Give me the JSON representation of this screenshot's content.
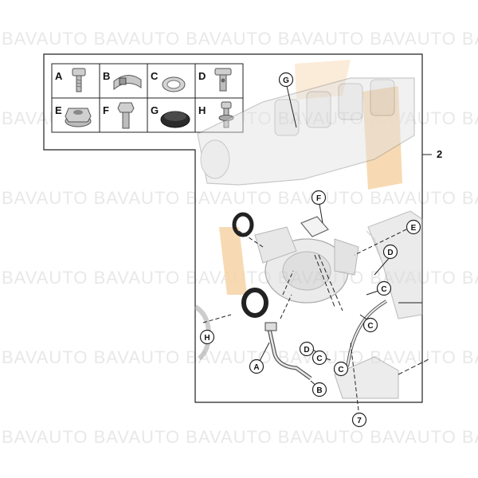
{
  "watermark": {
    "text": "BAVAUTO BAVAUTO BAVAUTO BAVAUTO BAVAUTO BAVAUTO",
    "color": "#d2d2d2"
  },
  "accent_color": "#f6d3a6",
  "part_number": "2",
  "legend": [
    {
      "letter": "A",
      "icon": "bolt-icon"
    },
    {
      "letter": "B",
      "icon": "clamp-ring-icon"
    },
    {
      "letter": "C",
      "icon": "sealing-ring-icon"
    },
    {
      "letter": "D",
      "icon": "banjo-bolt-icon"
    },
    {
      "letter": "E",
      "icon": "hex-nut-flange-icon"
    },
    {
      "letter": "F",
      "icon": "hex-bolt-icon"
    },
    {
      "letter": "G",
      "icon": "rubber-grommet-icon"
    },
    {
      "letter": "H",
      "icon": "banjo-bolt-washer-icon"
    }
  ],
  "callouts": [
    "G",
    "F",
    "E",
    "D",
    "C",
    "C",
    "H",
    "A",
    "D",
    "C",
    "C",
    "B",
    "7"
  ]
}
